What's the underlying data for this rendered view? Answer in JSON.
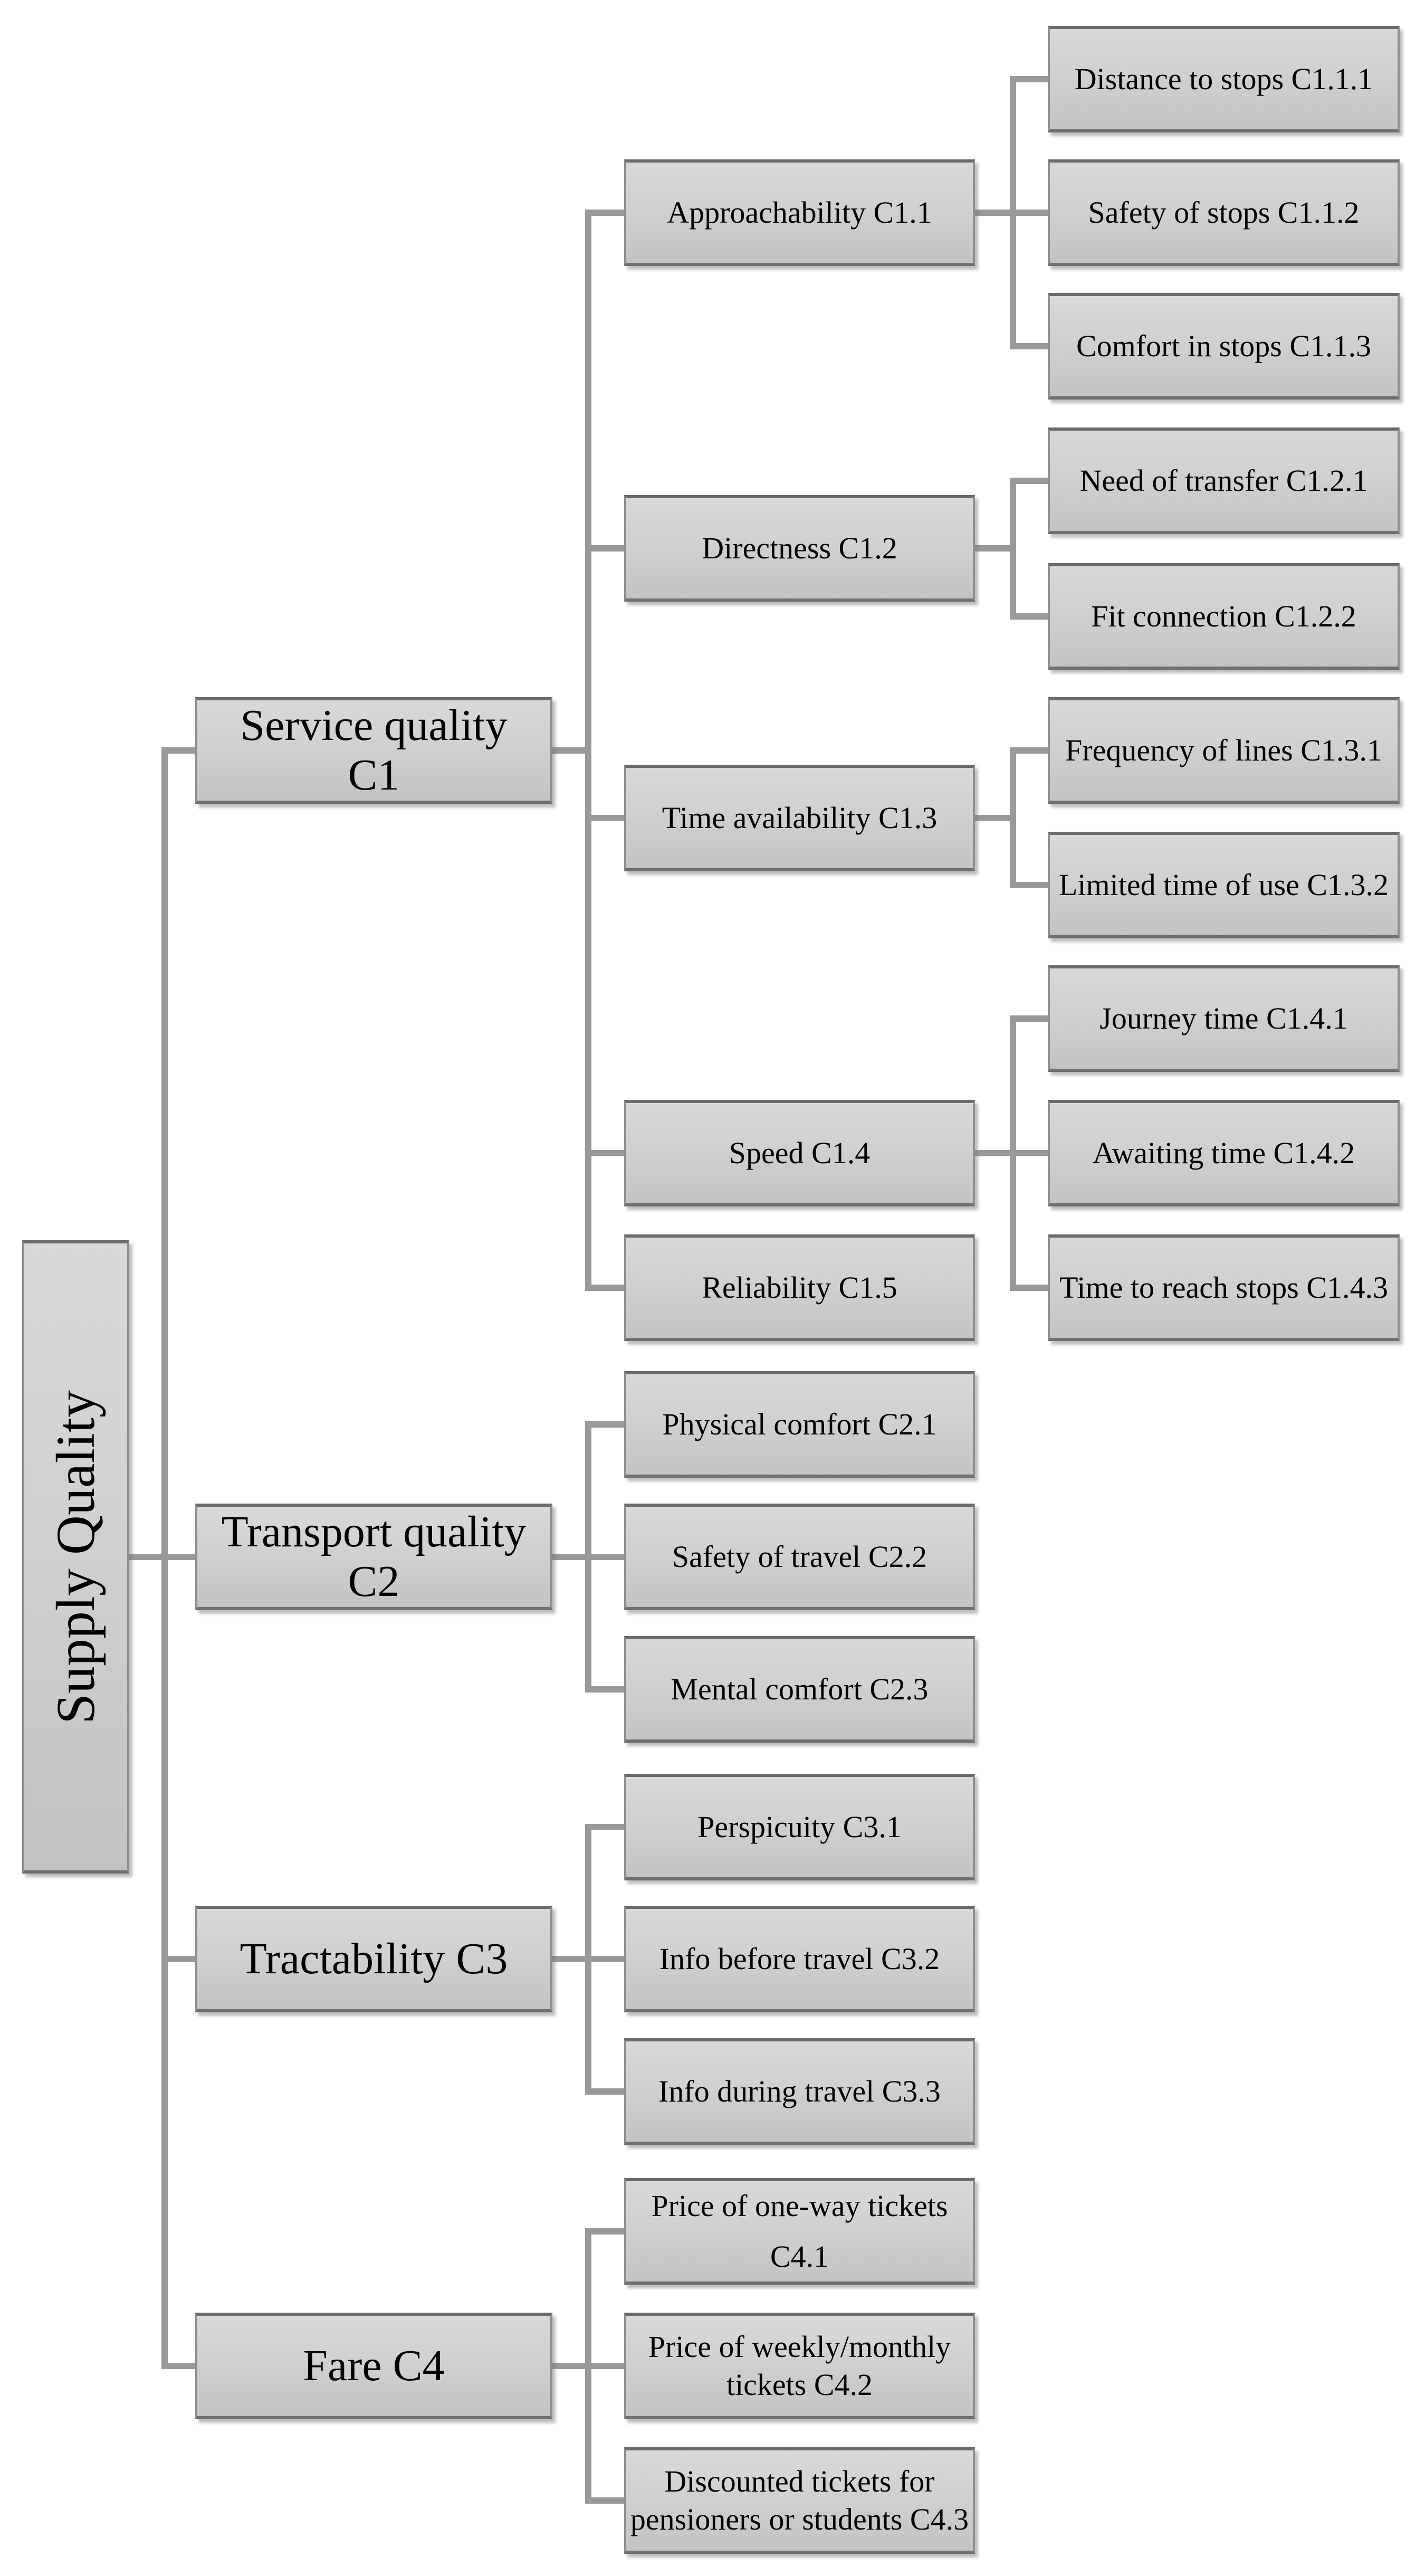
{
  "diagram_title": "Supply Quality criteria hierarchy",
  "colors": {
    "background": "#ffffff",
    "box_fill_top": "#d9d9d9",
    "box_fill_bottom": "#c3c3c3",
    "box_border": "#8f8f8f",
    "box_border_dark": "#6b6b6b",
    "connector": "#999999",
    "text": "#000000"
  },
  "nodes": [
    {
      "id": "ROOT",
      "parent": null,
      "level": 1,
      "label": "Supply Quality",
      "lines": [
        "Supply Quality"
      ]
    },
    {
      "id": "C1",
      "parent": "ROOT",
      "level": 2,
      "label": "Service quality C1",
      "lines": [
        "Service quality",
        "C1"
      ]
    },
    {
      "id": "C1.1",
      "parent": "C1",
      "level": 3,
      "label": "Approachability C1.1",
      "lines": [
        "Approachability C1.1"
      ]
    },
    {
      "id": "C1.1.1",
      "parent": "C1.1",
      "level": 4,
      "label": "Distance to stops C1.1.1",
      "lines": [
        "Distance to stops C1.1.1"
      ]
    },
    {
      "id": "C1.1.2",
      "parent": "C1.1",
      "level": 4,
      "label": "Safety of stops C1.1.2",
      "lines": [
        "Safety of stops C1.1.2"
      ]
    },
    {
      "id": "C1.1.3",
      "parent": "C1.1",
      "level": 4,
      "label": "Comfort in stops C1.1.3",
      "lines": [
        "Comfort in stops C1.1.3"
      ]
    },
    {
      "id": "C1.2",
      "parent": "C1",
      "level": 3,
      "label": "Directness C1.2",
      "lines": [
        "Directness C1.2"
      ]
    },
    {
      "id": "C1.2.1",
      "parent": "C1.2",
      "level": 4,
      "label": "Need of transfer C1.2.1",
      "lines": [
        "Need of transfer C1.2.1"
      ]
    },
    {
      "id": "C1.2.2",
      "parent": "C1.2",
      "level": 4,
      "label": "Fit connection C1.2.2",
      "lines": [
        "Fit connection C1.2.2"
      ]
    },
    {
      "id": "C1.3",
      "parent": "C1",
      "level": 3,
      "label": "Time availability C1.3",
      "lines": [
        "Time availability C1.3"
      ]
    },
    {
      "id": "C1.3.1",
      "parent": "C1.3",
      "level": 4,
      "label": "Frequency of lines C1.3.1",
      "lines": [
        "Frequency of lines C1.3.1"
      ]
    },
    {
      "id": "C1.3.2",
      "parent": "C1.3",
      "level": 4,
      "label": "Limited time of use C1.3.2",
      "lines": [
        "Limited time of use C1.3.2"
      ]
    },
    {
      "id": "C1.4",
      "parent": "C1",
      "level": 3,
      "label": "Speed C1.4",
      "lines": [
        "Speed C1.4"
      ]
    },
    {
      "id": "C1.4.1",
      "parent": "C1.4",
      "level": 4,
      "label": "Journey time C1.4.1",
      "lines": [
        "Journey time C1.4.1"
      ]
    },
    {
      "id": "C1.4.2",
      "parent": "C1.4",
      "level": 4,
      "label": "Awaiting time C1.4.2",
      "lines": [
        "Awaiting time C1.4.2"
      ]
    },
    {
      "id": "C1.4.3",
      "parent": "C1.4",
      "level": 4,
      "label": "Time to reach stops C1.4.3",
      "lines": [
        "Time to reach stops C1.4.3"
      ]
    },
    {
      "id": "C1.5",
      "parent": "C1",
      "level": 3,
      "label": "Reliability C1.5",
      "lines": [
        "Reliability C1.5"
      ]
    },
    {
      "id": "C2",
      "parent": "ROOT",
      "level": 2,
      "label": "Transport quality C2",
      "lines": [
        "Transport quality",
        "C2"
      ]
    },
    {
      "id": "C2.1",
      "parent": "C2",
      "level": 3,
      "label": "Physical comfort C2.1",
      "lines": [
        "Physical comfort C2.1"
      ]
    },
    {
      "id": "C2.2",
      "parent": "C2",
      "level": 3,
      "label": "Safety of travel C2.2",
      "lines": [
        "Safety of travel C2.2"
      ]
    },
    {
      "id": "C2.3",
      "parent": "C2",
      "level": 3,
      "label": "Mental comfort C2.3",
      "lines": [
        "Mental comfort C2.3"
      ]
    },
    {
      "id": "C3",
      "parent": "ROOT",
      "level": 2,
      "label": "Tractability C3",
      "lines": [
        "Tractability C3"
      ]
    },
    {
      "id": "C3.1",
      "parent": "C3",
      "level": 3,
      "label": "Perspicuity C3.1",
      "lines": [
        "Perspicuity C3.1"
      ]
    },
    {
      "id": "C3.2",
      "parent": "C3",
      "level": 3,
      "label": "Info before travel C3.2",
      "lines": [
        "Info before travel C3.2"
      ]
    },
    {
      "id": "C3.3",
      "parent": "C3",
      "level": 3,
      "label": "Info during travel C3.3",
      "lines": [
        "Info during travel C3.3"
      ]
    },
    {
      "id": "C4",
      "parent": "ROOT",
      "level": 2,
      "label": "Fare C4",
      "lines": [
        "Fare C4"
      ]
    },
    {
      "id": "C4.1",
      "parent": "C4",
      "level": 3,
      "label": "Price of one-way tickets C4.1",
      "lines": [
        "Price of one-way tickets",
        "C4.1"
      ],
      "spaced": true
    },
    {
      "id": "C4.2",
      "parent": "C4",
      "level": 3,
      "label": "Price of weekly/monthly tickets C4.2",
      "lines": [
        "Price of weekly/monthly",
        "tickets C4.2"
      ]
    },
    {
      "id": "C4.3",
      "parent": "C4",
      "level": 3,
      "label": "Discounted tickets for pensioners or students C4.3",
      "lines": [
        "Discounted tickets for",
        "pensioners or students C4.3"
      ]
    }
  ]
}
